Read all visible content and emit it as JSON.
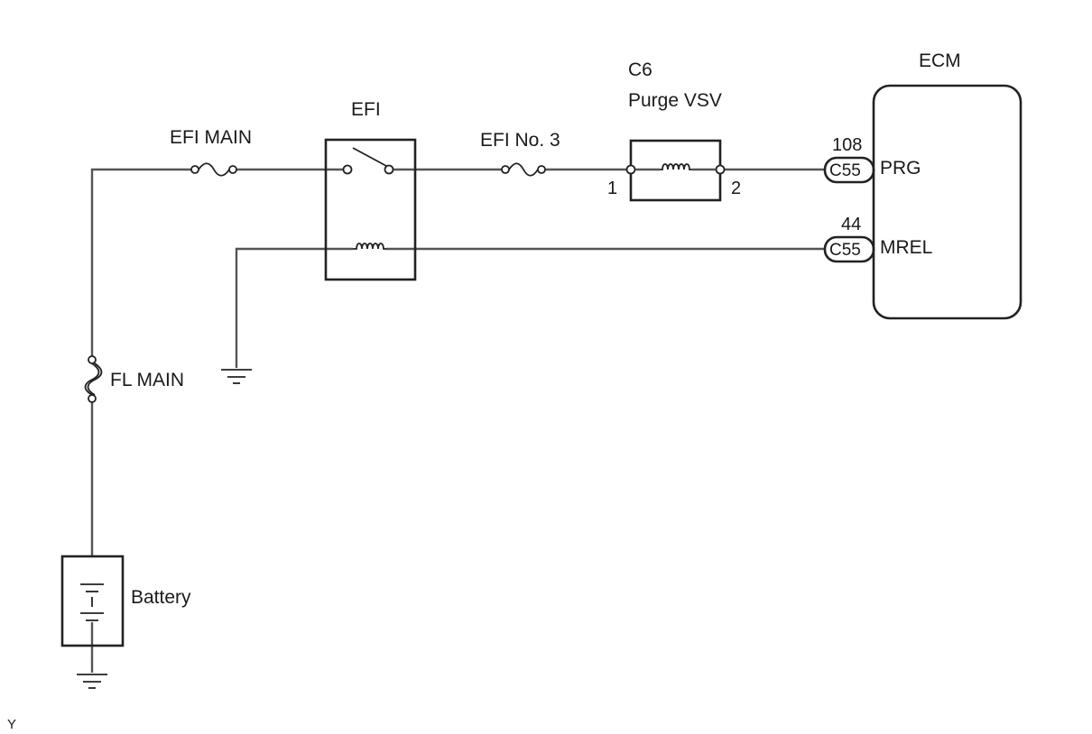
{
  "diagram": {
    "relay_label": "EFI",
    "fuse_efi_main": "EFI MAIN",
    "fuse_efi_no3": "EFI No. 3",
    "fuse_fl_main": "FL MAIN",
    "battery_label": "Battery",
    "component_code": "C6",
    "component_name": "Purge VSV",
    "vsv_pin_1": "1",
    "vsv_pin_2": "2",
    "ecm_label": "ECM",
    "ecm_pins": [
      {
        "pin_no": "108",
        "connector": "C55",
        "signal": "PRG"
      },
      {
        "pin_no": "44",
        "connector": "C55",
        "signal": "MREL"
      }
    ],
    "corner_mark": "Y"
  }
}
